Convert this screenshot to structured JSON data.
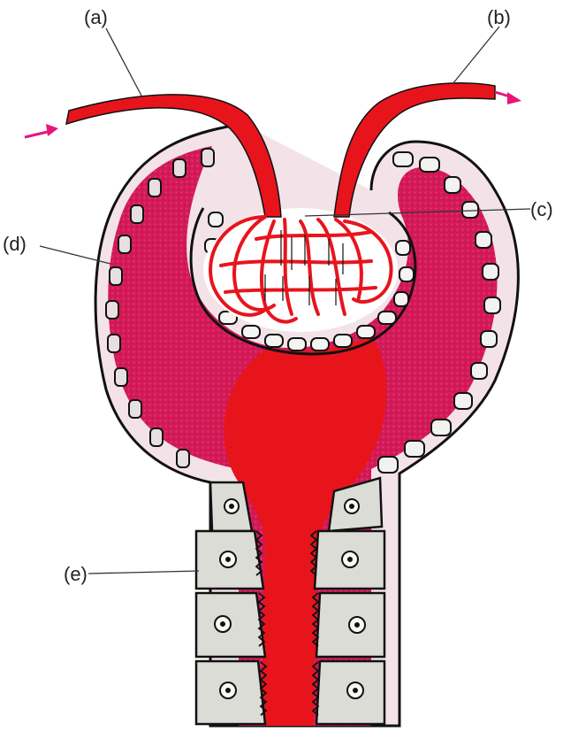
{
  "labels": {
    "a": "(a)",
    "b": "(b)",
    "c": "(c)",
    "d": "(d)",
    "e": "(e)"
  },
  "colors": {
    "blood": "#e8141c",
    "filtrate": "#d4207a",
    "cell_fill": "#dcdcd6",
    "outline": "#111111",
    "background": "#ffffff"
  }
}
